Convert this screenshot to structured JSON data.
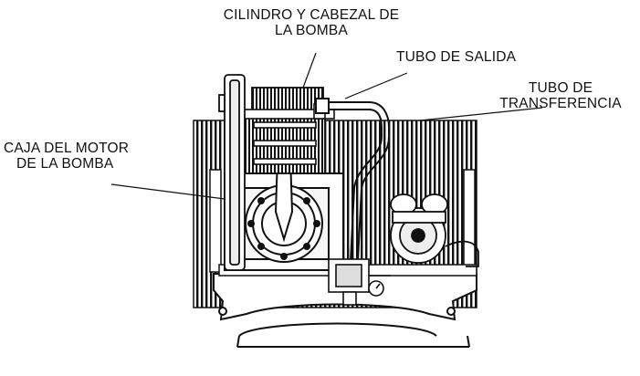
{
  "labels": {
    "cylinder_head": {
      "line1": "CILINDRO Y CABEZAL DE",
      "line2": "LA BOMBA"
    },
    "outlet_tube": {
      "line1": "TUBO DE SALIDA"
    },
    "transfer_tube": {
      "line1": "TUBO DE",
      "line2": "TRANSFERENCIA"
    },
    "crankcase": {
      "line1": "CAJA DEL MOTOR",
      "line2": "DE LA BOMBA"
    }
  },
  "colors": {
    "ink": "#111111",
    "background": "#ffffff"
  }
}
